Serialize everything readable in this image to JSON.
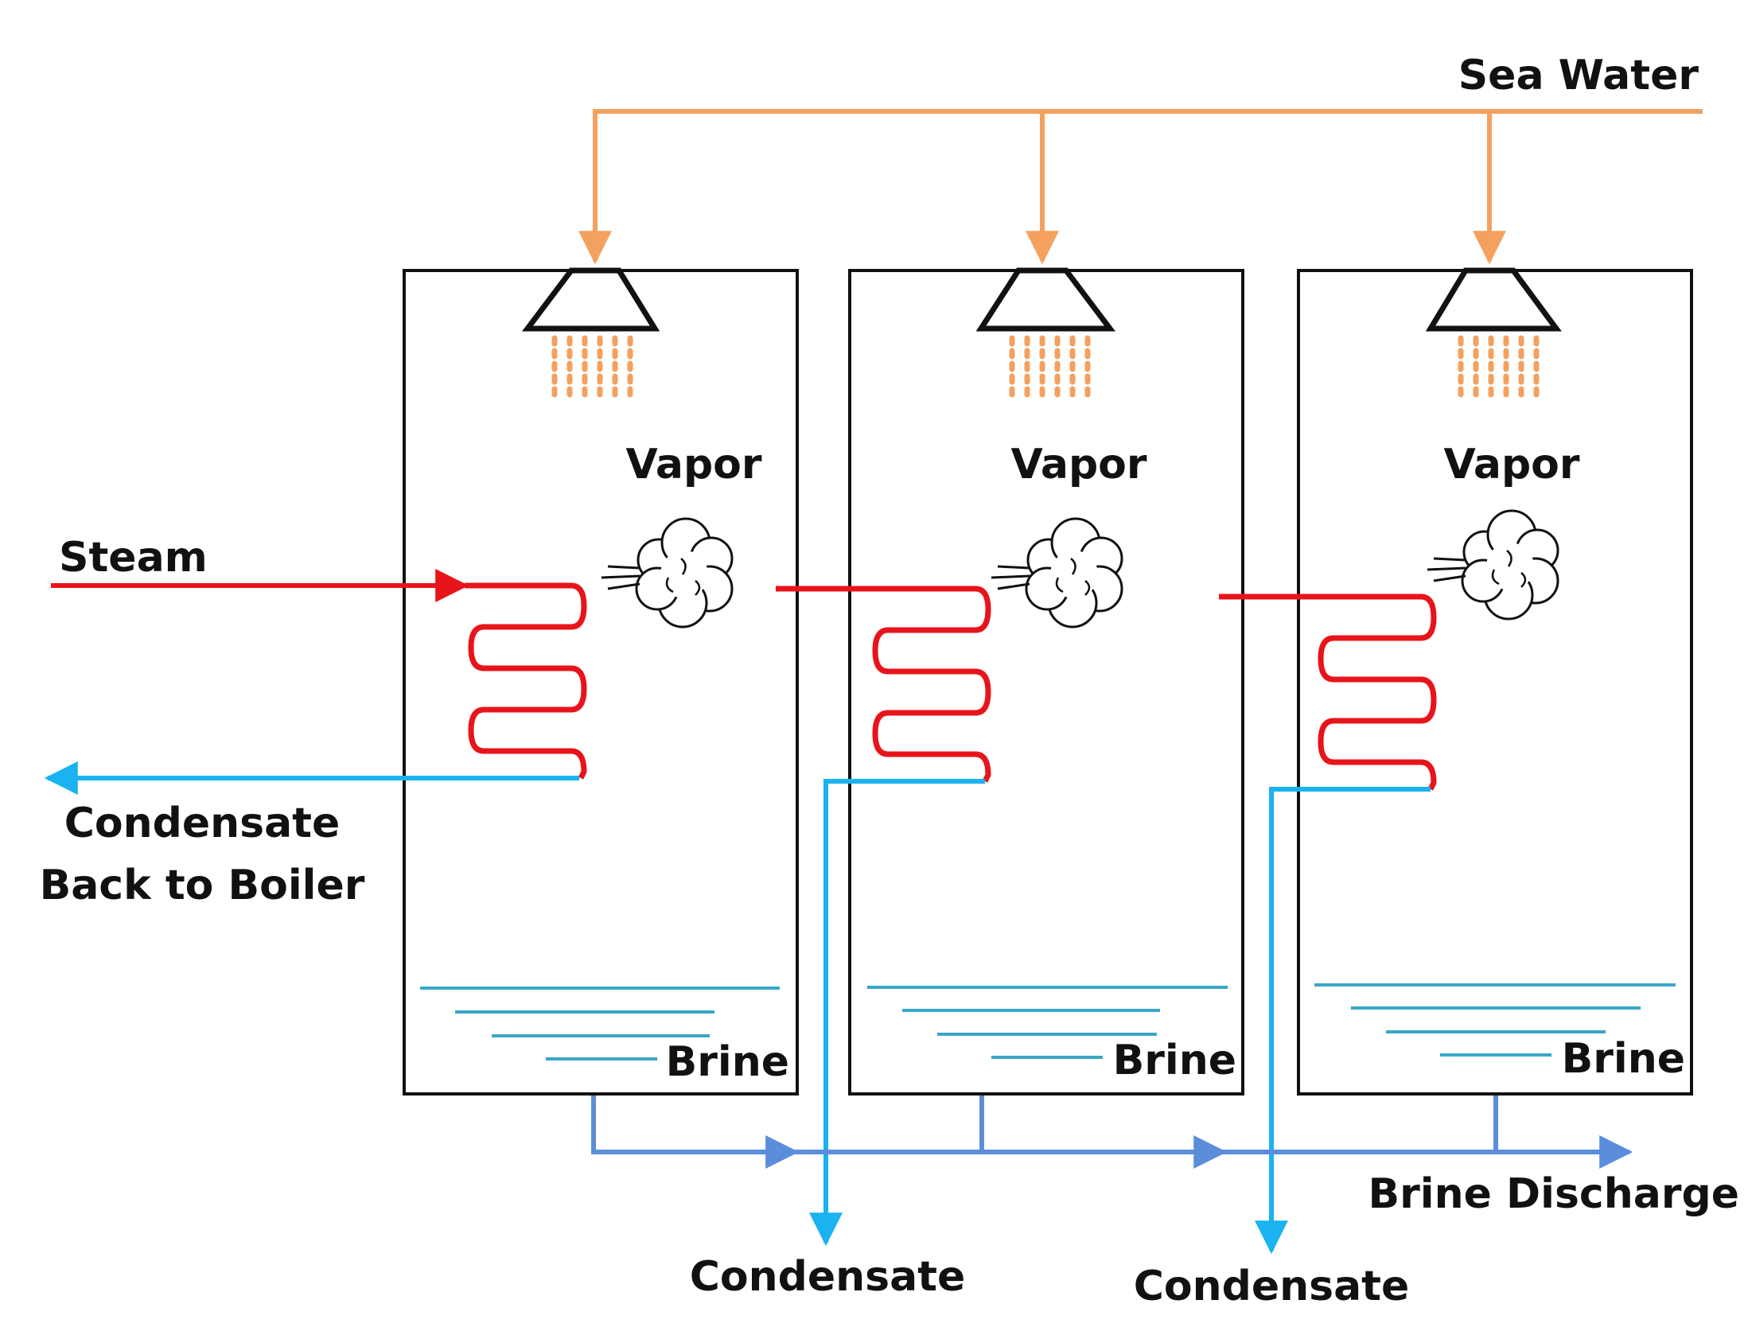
{
  "labels": {
    "sea_water": "Sea Water",
    "steam": "Steam",
    "condensate_back_line1": "Condensate",
    "condensate_back_line2": "Back to Boiler",
    "brine_discharge": "Brine Discharge",
    "condensate_2": "Condensate",
    "condensate_3": "Condensate"
  },
  "effects": [
    {
      "vapor": "Vapor",
      "brine": "Brine"
    },
    {
      "vapor": "Vapor",
      "brine": "Brine"
    },
    {
      "vapor": "Vapor",
      "brine": "Brine"
    }
  ],
  "colors": {
    "sea_water": "#F4A15F",
    "steam": "#E8141B",
    "condensate": "#1AB2F0",
    "brine_discharge": "#5B8DDA",
    "brine_level": "#3AA7C6",
    "vessel": "#111111"
  }
}
